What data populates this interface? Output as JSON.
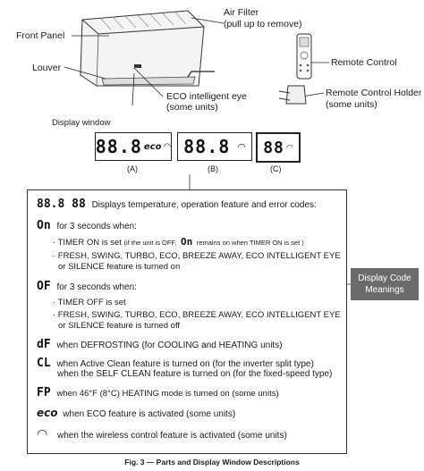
{
  "labels": {
    "front_panel": "Front Panel",
    "air_filter_1": "Air Filter",
    "air_filter_2": "(pull up to remove)",
    "louver": "Louver",
    "remote_control": "Remote Control",
    "eco_eye_1": "ECO intelligent eye",
    "eco_eye_2": "(some units)",
    "remote_holder_1": "Remote Control Holder",
    "remote_holder_2": "(some units)",
    "display_window": "Display window"
  },
  "windows": [
    {
      "code": "88.8",
      "label": "(A)",
      "eco": "eco"
    },
    {
      "code": "88.8",
      "label": "(B)"
    },
    {
      "code": "88",
      "label": "(C)"
    }
  ],
  "panel": {
    "r1_code": "88.8 88",
    "r1_text": "Displays  temperature, operation feature and error codes:",
    "r2_code": "On",
    "r2_text": "for 3 seconds when:",
    "r3_a": "· TIMER ON is set",
    "r3_b": "(if the unit is OFF,",
    "r3_code": "On",
    "r3_c": "remains on when TIMER ON is set )",
    "r4": "· FRESH, SWING, TURBO, ECO, BREEZE AWAY, ECO INTELLIGENT EYE",
    "r5": "  or SILENCE feature is turned on",
    "r6_code": "OF",
    "r6_text": "for 3 seconds when:",
    "r7": "· TIMER OFF is set",
    "r8": "· FRESH, SWING, TURBO, ECO, BREEZE AWAY, ECO INTELLIGENT EYE",
    "r9": "  or SILENCE feature is turned off",
    "r10_code": "dF",
    "r10_text": "when DEFROSTING (for COOLING and HEATING units)",
    "r11_code": "CL",
    "r11_text": "when Active Clean feature is turned on (for the inverter split type)",
    "r12_text": "when the SELF CLEAN feature is turned on (for the fixed-speed type)",
    "r13_code": "FP",
    "r13_text": "when 46°F (8°C) HEATING mode is turned on (some units)",
    "r14_code": "eco",
    "r14_text": "when ECO feature is activated (some units)",
    "r15_text": "when the wireless control feature is activated (some units)"
  },
  "tag": {
    "line1": "Display Code",
    "line2": "Meanings"
  },
  "caption": "Fig. 3 — Parts and Display Window Descriptions"
}
